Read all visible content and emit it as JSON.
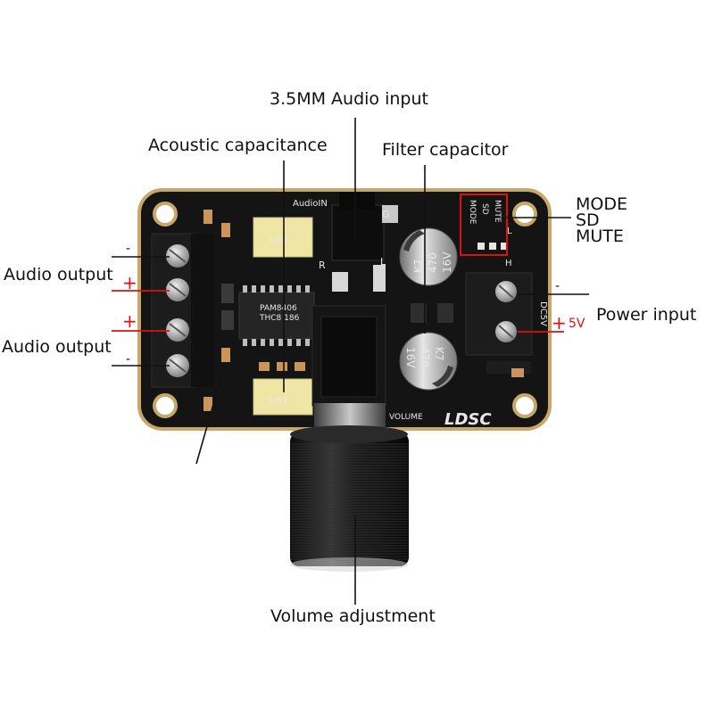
{
  "labels": {
    "audio_input": "3.5MM Audio input",
    "acoustic_capacitance": "Acoustic capacitance",
    "filter_capacitor": "Filter capacitor",
    "mode": "MODE",
    "sd": "SD",
    "mute": "MUTE",
    "audio_output_top": "Audio output",
    "audio_output_bottom": "Audio output",
    "power_input": "Power input",
    "volume_adjustment": "Volume adjustment"
  },
  "polarity": {
    "out_top_minus": "-",
    "out_top_plus": "+",
    "out_bottom_plus": "+",
    "out_bottom_minus": "-",
    "power_minus": "-",
    "power_plus": "+",
    "power_voltage": "5V"
  },
  "silkscreen": {
    "audio_in": "AudioIN",
    "g": "G",
    "r": "R",
    "l": "L",
    "chip_line1": "PAM8406",
    "chip_line2": "THC8 186",
    "cap_left_top": "1J63",
    "cap_left_bottom": "1J63",
    "elec_top_line1": "K7",
    "elec_top_line2": "470",
    "elec_top_line3": "16V",
    "elec_bottom_line1": "K7",
    "elec_bottom_line2": "470",
    "elec_bottom_line3": "16V",
    "mode": "MODE",
    "sd": "SD",
    "mute": "MUTE",
    "h": "H",
    "l_small": "L",
    "dc5v": "DC5V",
    "volume": "VOLUME",
    "brand": "LDSC"
  },
  "colors": {
    "board": "#141414",
    "board_edge": "#c8a86a",
    "terminal": "#1c1c1c",
    "screw": "#b9b9b9",
    "leader": "#111111",
    "red_wire": "#e01010",
    "highlight_box": "#e01010",
    "knob": "#1a1a1a"
  }
}
